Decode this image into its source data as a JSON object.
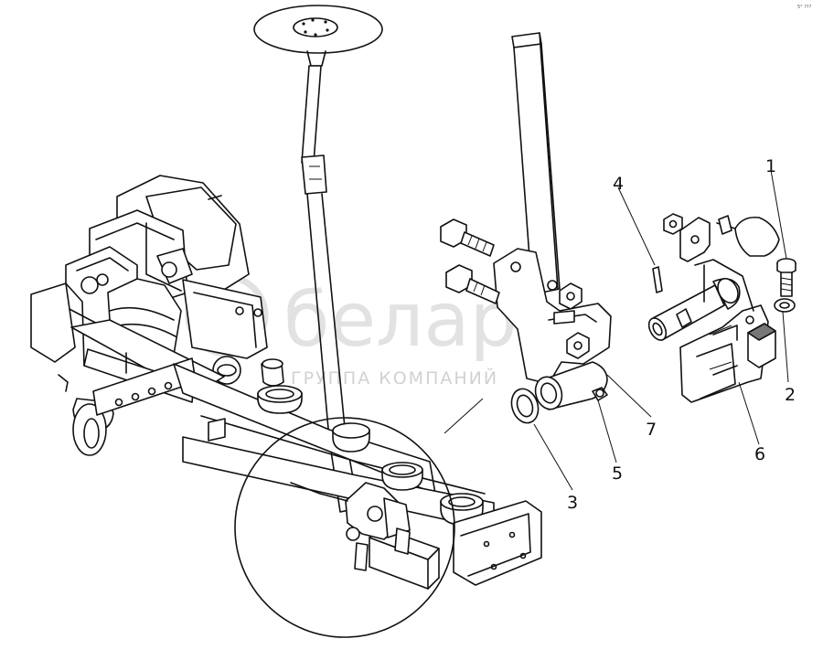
{
  "watermark": {
    "brand": "беларо",
    "tagline": "ГРУППА КОМПАНИЙ"
  },
  "corner_mark": "5° ???",
  "callouts": [
    {
      "label": "1",
      "part": "bolt"
    },
    {
      "label": "2",
      "part": "washer"
    },
    {
      "label": "3",
      "part": "ring"
    },
    {
      "label": "4",
      "part": "pin"
    },
    {
      "label": "5",
      "part": "grease-nipple"
    },
    {
      "label": "6",
      "part": "bracket"
    },
    {
      "label": "7",
      "part": "bushing"
    }
  ]
}
